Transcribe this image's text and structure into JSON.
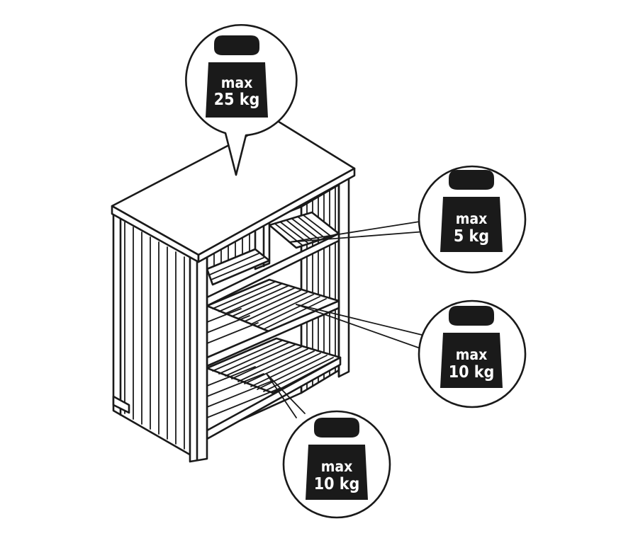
{
  "colors": {
    "ink": "#1a1a1a",
    "paper": "#ffffff"
  },
  "callouts": [
    {
      "id": "top",
      "line1": "max",
      "line2": "25 kg",
      "icon": "weight-icon"
    },
    {
      "id": "upper-shelf",
      "line1": "max",
      "line2": "5 kg",
      "icon": "weight-icon"
    },
    {
      "id": "middle-shelf",
      "line1": "max",
      "line2": "10 kg",
      "icon": "weight-icon"
    },
    {
      "id": "bottom-shelf",
      "line1": "max",
      "line2": "10 kg",
      "icon": "weight-icon"
    }
  ]
}
